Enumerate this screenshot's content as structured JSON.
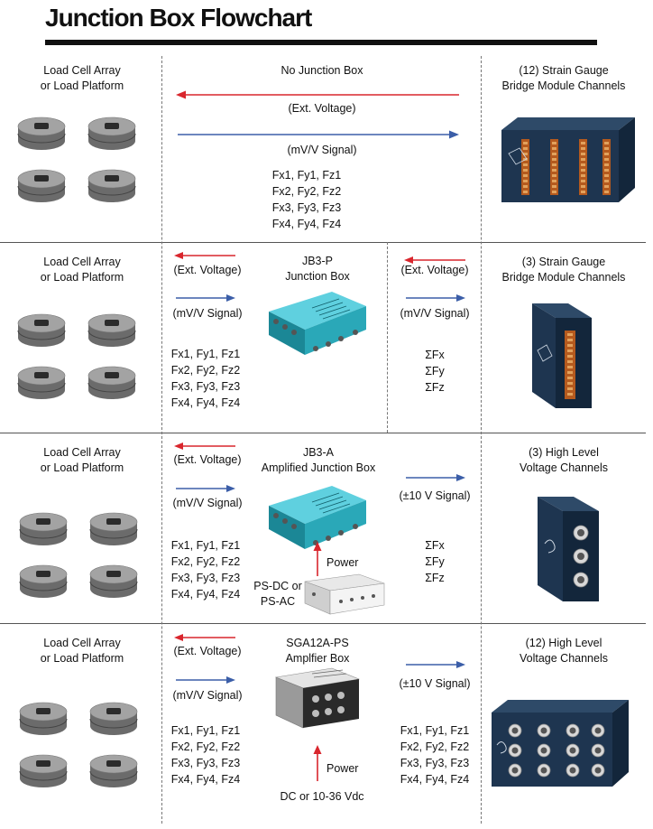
{
  "title": "Junction Box Flowchart",
  "colors": {
    "ext_voltage_arrow": "#d9262d",
    "signal_arrow": "#3b5ea8",
    "power_arrow": "#d9262d",
    "module": "#1e3550",
    "junction_box": "#2aa8b8"
  },
  "rows": [
    {
      "source": "Load Cell Array\nor Load Platform",
      "center_title": "No Junction Box",
      "ext_voltage": "(Ext. Voltage)",
      "signal": "(mV/V Signal)",
      "outputs": [
        "Fx1, Fy1, Fz1",
        "Fx2, Fy2, Fz2",
        "Fx3, Fy3, Fz3",
        "Fx4, Fy4, Fz4"
      ],
      "destination": "(12) Strain Gauge\nBridge Module Channels"
    },
    {
      "source": "Load Cell Array\nor Load Platform",
      "left_ext_voltage": "(Ext. Voltage)",
      "left_signal": "(mV/V Signal)",
      "left_outputs": [
        "Fx1, Fy1, Fz1",
        "Fx2, Fy2, Fz2",
        "Fx3, Fy3, Fz3",
        "Fx4, Fy4, Fz4"
      ],
      "device": "JB3-P\nJunction Box",
      "right_ext_voltage": "(Ext. Voltage)",
      "right_signal": "(mV/V Signal)",
      "right_outputs": [
        "ΣFx",
        "ΣFy",
        "ΣFz"
      ],
      "destination": "(3) Strain Gauge\nBridge Module Channels"
    },
    {
      "source": "Load Cell Array\nor Load Platform",
      "left_ext_voltage": "(Ext. Voltage)",
      "left_signal": "(mV/V Signal)",
      "left_outputs": [
        "Fx1, Fy1, Fz1",
        "Fx2, Fy2, Fz2",
        "Fx3, Fy3, Fz3",
        "Fx4, Fy4, Fz4"
      ],
      "device": "JB3-A\nAmplified Junction Box",
      "power": "Power",
      "power_source": "PS-DC or\nPS-AC",
      "right_signal": "(±10 V Signal)",
      "right_outputs": [
        "ΣFx",
        "ΣFy",
        "ΣFz"
      ],
      "destination": "(3) High  Level\nVoltage Channels"
    },
    {
      "source": "Load Cell Array\nor Load Platform",
      "left_ext_voltage": "(Ext. Voltage)",
      "left_signal": "(mV/V Signal)",
      "left_outputs": [
        "Fx1, Fy1, Fz1",
        "Fx2, Fy2, Fz2",
        "Fx3, Fy3, Fz3",
        "Fx4, Fy4, Fz4"
      ],
      "device": "SGA12A-PS\nAmplfier Box",
      "power": "Power",
      "power_source": "DC or 10-36 Vdc",
      "right_signal": "(±10 V Signal)",
      "right_outputs": [
        "Fx1, Fy1, Fz1",
        "Fx2, Fy2, Fz2",
        "Fx3, Fy3, Fz3",
        "Fx4, Fy4, Fz4"
      ],
      "destination": "(12) High  Level\nVoltage Channels"
    }
  ]
}
